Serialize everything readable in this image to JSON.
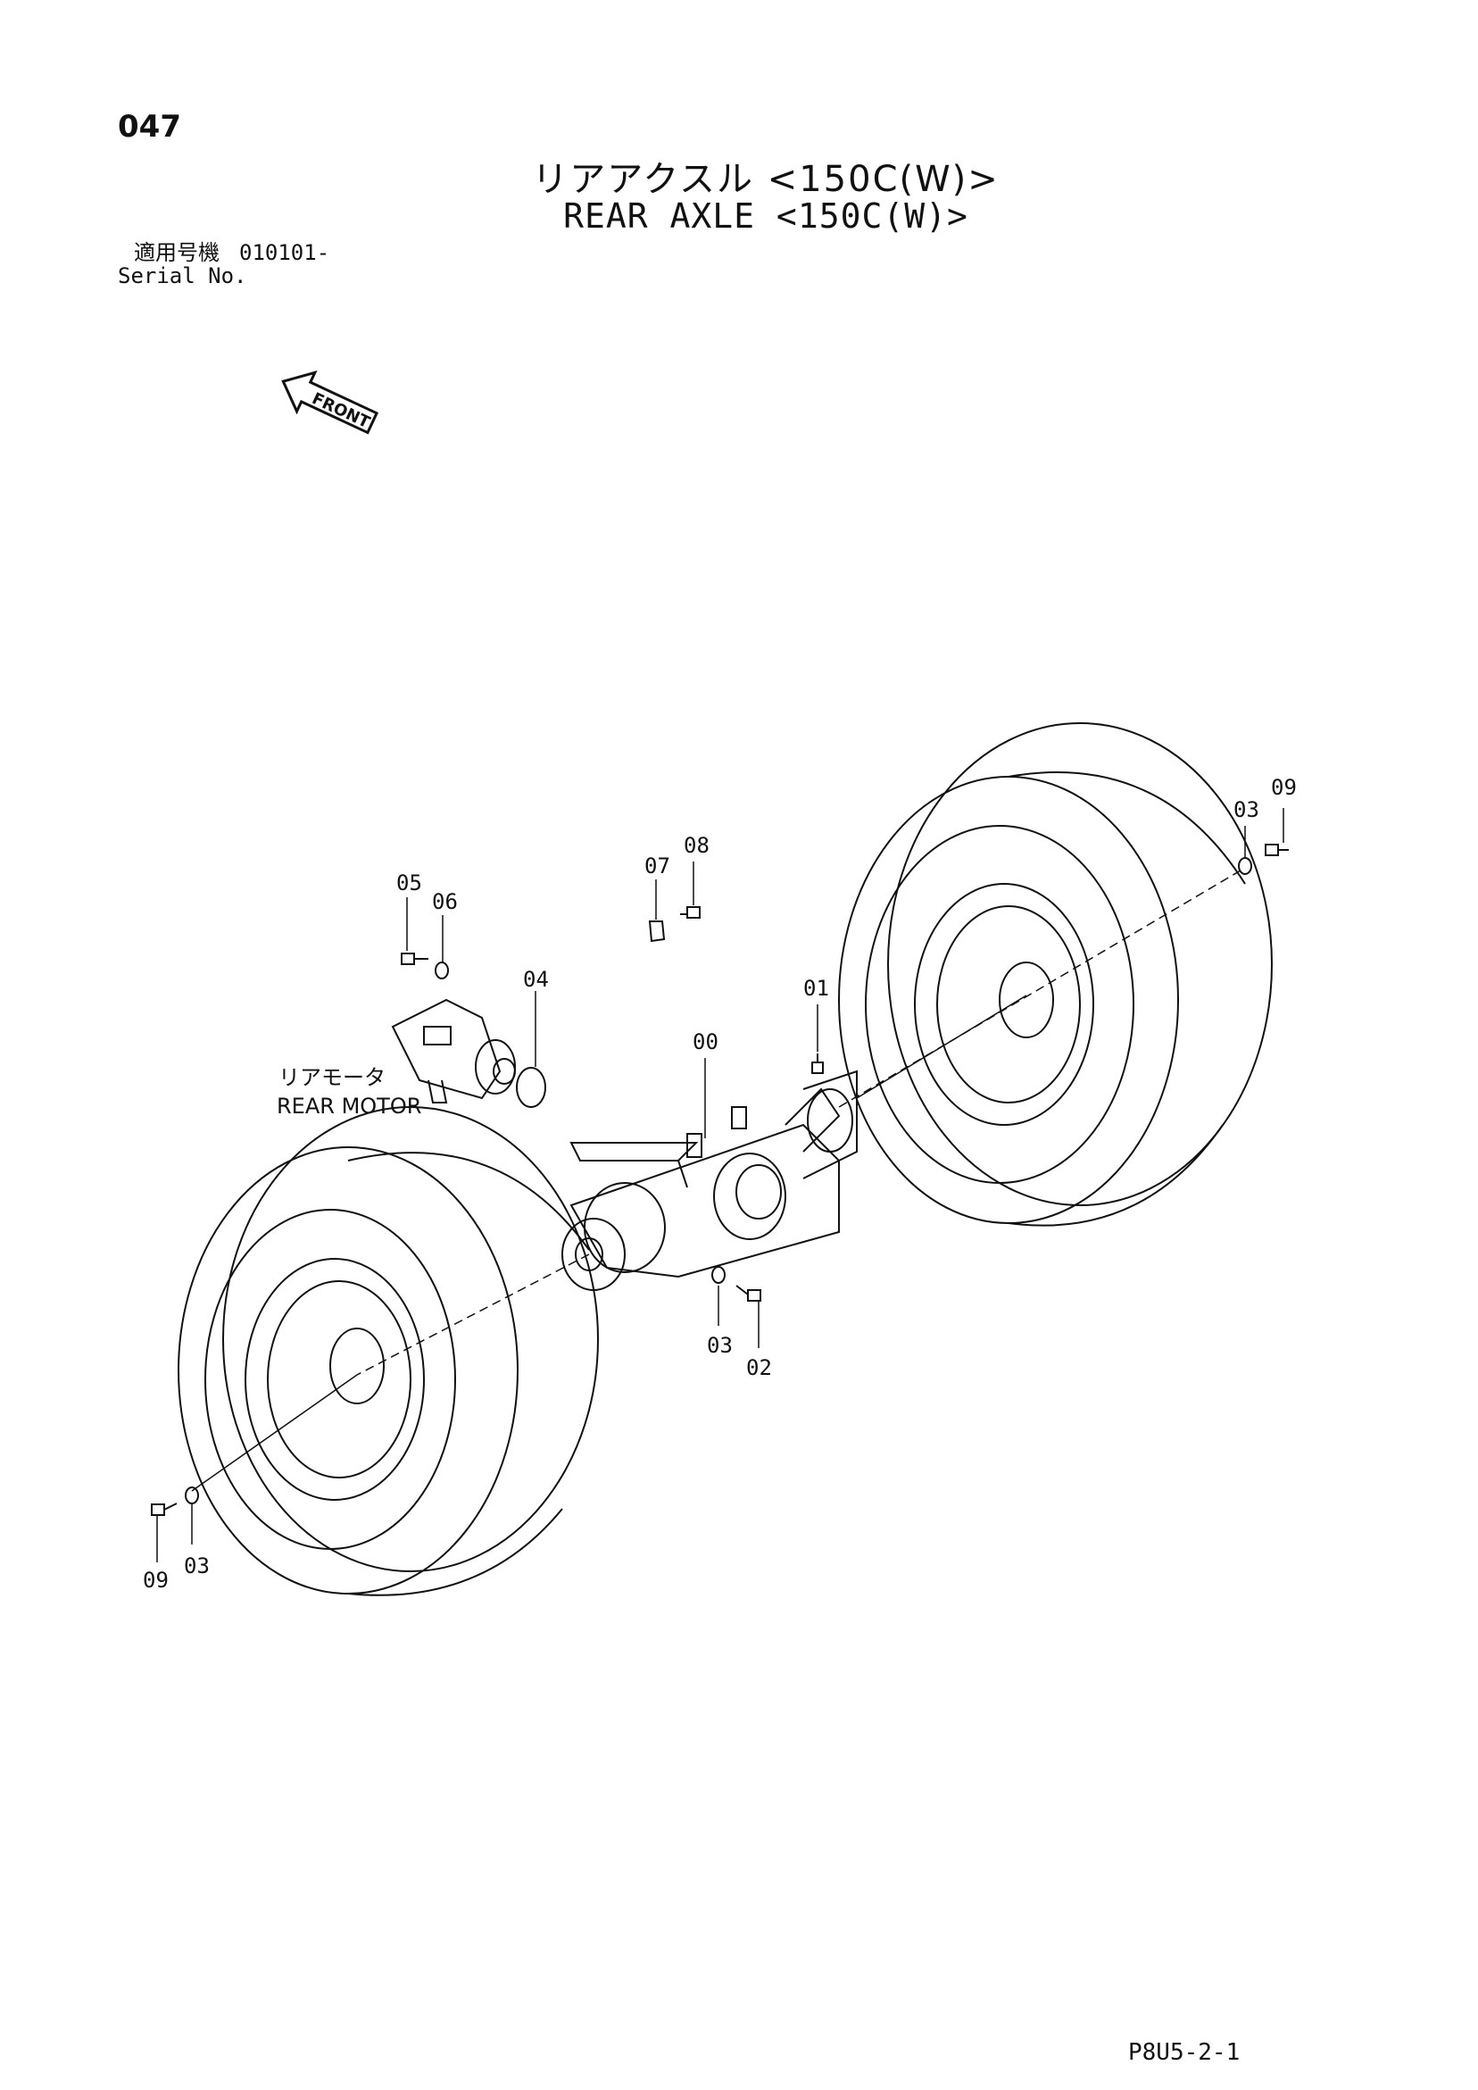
{
  "page_number": "047",
  "title_jp": "リアアクスル <150C(W)>",
  "title_en": "REAR AXLE <150C(W)>",
  "serial": {
    "label_jp": "適用号機",
    "value": "010101-",
    "label_en": "Serial No."
  },
  "front_arrow_label": "FRONT",
  "assembly_label": {
    "jp": "リアモータ",
    "en": "REAR MOTOR"
  },
  "callouts": [
    "00",
    "01",
    "02",
    "03",
    "03",
    "03",
    "04",
    "05",
    "06",
    "07",
    "08",
    "09",
    "09"
  ],
  "footer_code": "P8U5-2-1"
}
